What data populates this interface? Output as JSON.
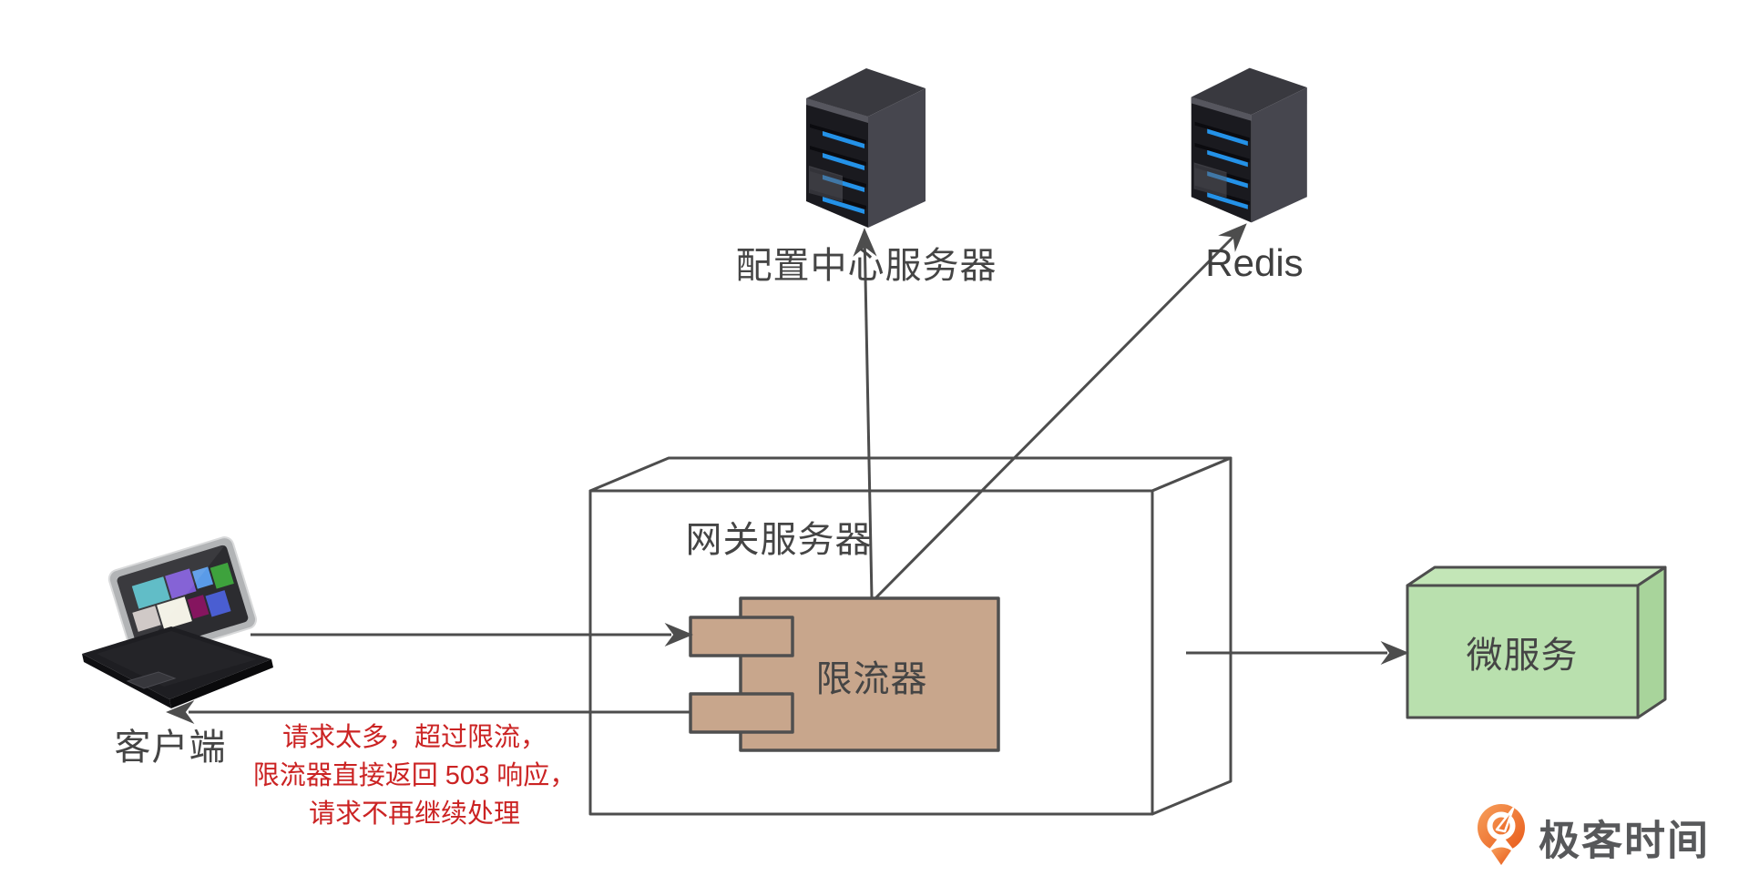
{
  "palette": {
    "line_color": "#4d4d4d",
    "label_color": "#454545",
    "limiter_fill": "#c8a68c",
    "microservice_fill": "#b9e0ae",
    "note_red": "#cb2323",
    "logo_orange": "#ec6420",
    "logo_text_gray": "#57585a",
    "server_blue_slot": "#2492e8"
  },
  "nodes": {
    "client": {
      "label": "客户端"
    },
    "gateway": {
      "label": "网关服务器"
    },
    "limiter": {
      "label": "限流器"
    },
    "config_server": {
      "label": "配置中心服务器"
    },
    "redis": {
      "label": "Redis"
    },
    "microservice": {
      "label": "微服务"
    }
  },
  "edges": [
    {
      "from": "client",
      "to": "limiter",
      "style": "arrow"
    },
    {
      "from": "limiter",
      "to": "client",
      "style": "arrow"
    },
    {
      "from": "gateway",
      "to": "microservice",
      "style": "arrow"
    },
    {
      "from": "limiter",
      "to": "config_server",
      "style": "arrow"
    },
    {
      "from": "limiter",
      "to": "redis",
      "style": "arrow"
    }
  ],
  "note": {
    "lines": [
      "请求太多，超过限流，",
      "限流器直接返回 503 响应，",
      "请求不再继续处理"
    ]
  },
  "branding": {
    "text": "极客时间"
  }
}
